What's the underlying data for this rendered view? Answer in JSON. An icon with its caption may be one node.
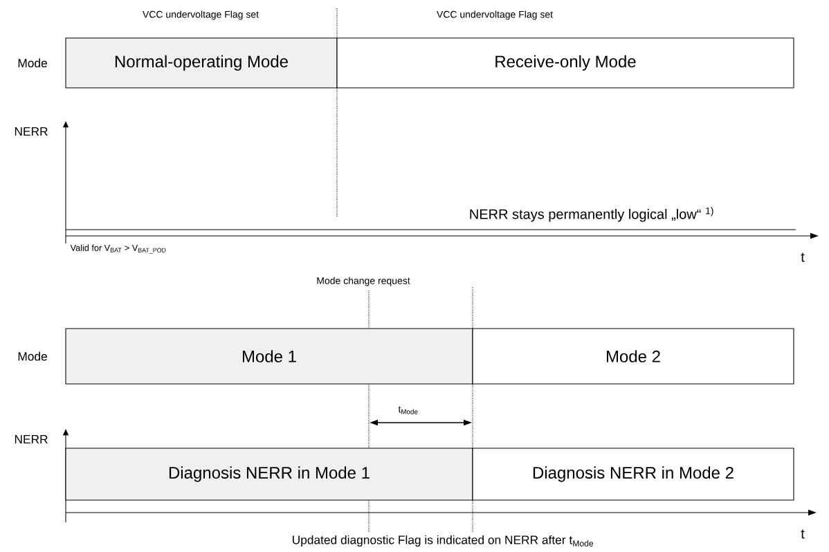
{
  "diagram": {
    "nodes": [
      {
        "text": [
          "Normal-operating Mode"
        ]
      },
      {
        "text": [
          "Receive-only Mode"
        ]
      },
      {
        "text": [
          "Mode 1"
        ]
      },
      {
        "text": [
          "Mode 2"
        ]
      },
      {
        "text": [
          "Diagnosis NERR in Mode 1"
        ]
      },
      {
        "text": [
          "Diagnosis NERR in Mode 2"
        ]
      }
    ],
    "edges": [],
    "labels": [
      "VCC undervoltage Flag set",
      "VCC undervoltage Flag set",
      "Mode",
      "NERR",
      "NERR stays permanently logical „low“ $^{1)}$",
      "Valid for V$_{BAT}$ > V$_{BAT_POD}$",
      "t",
      "Mode change request",
      "Mode",
      "NERR",
      "t$_{Mode}$",
      "t",
      "Updated diagnostic Flag is indicated on NERR after t$_{Mode}$"
    ]
  }
}
